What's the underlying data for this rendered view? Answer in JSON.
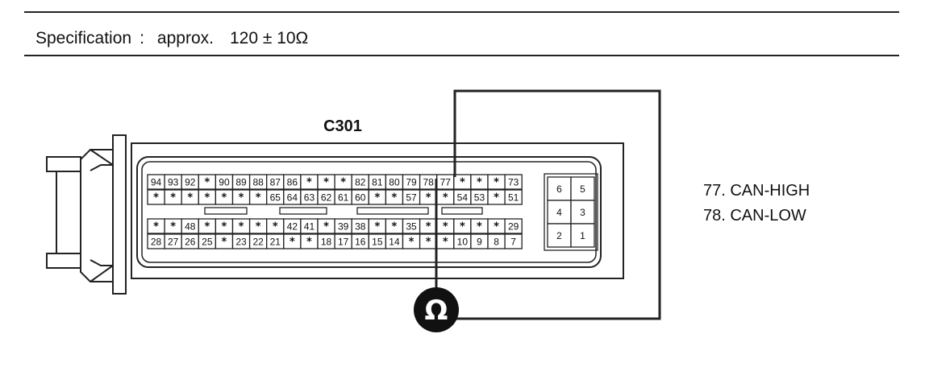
{
  "specification": {
    "label": "Specification",
    "separator": ":",
    "prefix": "approx.",
    "value": "120 ± 10Ω"
  },
  "connector": {
    "name": "C301",
    "main_rows": [
      [
        "94",
        "93",
        "92",
        "*",
        "90",
        "89",
        "88",
        "87",
        "86",
        "*",
        "*",
        "*",
        "82",
        "81",
        "80",
        "79",
        "78",
        "77",
        "*",
        "*",
        "*",
        "73"
      ],
      [
        "*",
        "*",
        "*",
        "*",
        "*",
        "*",
        "*",
        "65",
        "64",
        "63",
        "62",
        "61",
        "60",
        "*",
        "*",
        "57",
        "*",
        "*",
        "54",
        "53",
        "*",
        "51"
      ],
      [
        "*",
        "*",
        "48",
        "*",
        "*",
        "*",
        "*",
        "*",
        "42",
        "41",
        "*",
        "39",
        "38",
        "*",
        "*",
        "35",
        "*",
        "*",
        "*",
        "*",
        "*",
        "29"
      ],
      [
        "28",
        "27",
        "26",
        "25",
        "*",
        "23",
        "22",
        "21",
        "*",
        "*",
        "18",
        "17",
        "16",
        "15",
        "14",
        "*",
        "*",
        "*",
        "10",
        "9",
        "8",
        "7"
      ]
    ],
    "side_rows": [
      [
        "6",
        "5"
      ],
      [
        "4",
        "3"
      ],
      [
        "2",
        "1"
      ]
    ]
  },
  "meter": {
    "symbol": "Ω"
  },
  "legend": [
    {
      "text": "77. CAN-HIGH"
    },
    {
      "text": "78. CAN-LOW"
    }
  ],
  "colors": {
    "line": "#222222",
    "meter_fill": "#111111",
    "meter_text": "#ffffff"
  }
}
